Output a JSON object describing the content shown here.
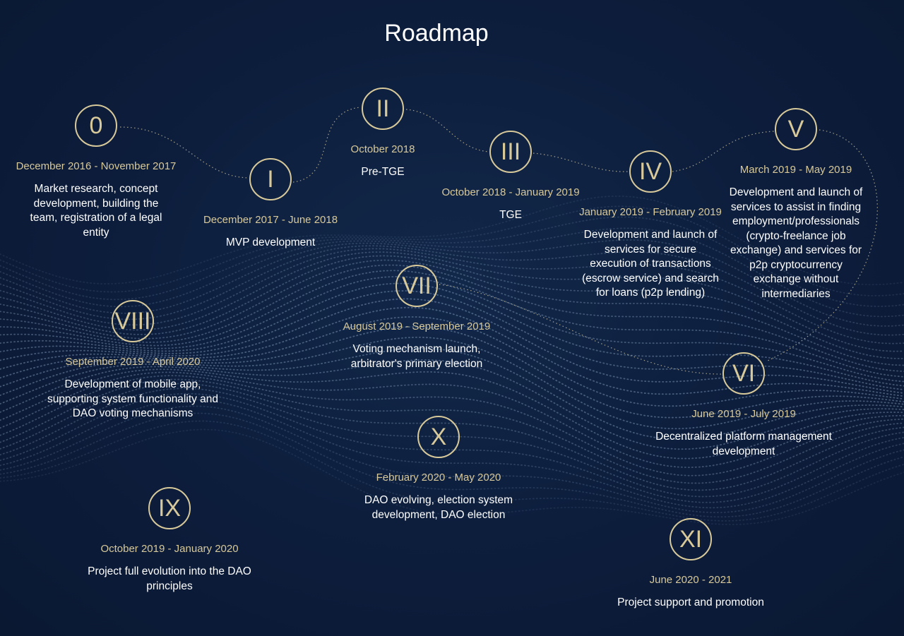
{
  "title": "Roadmap",
  "milestones": [
    {
      "numeral": "0",
      "date": "December 2016 - November 2017",
      "description": "Market research, concept development, building the team, registration of a legal entity"
    },
    {
      "numeral": "I",
      "date": "December 2017 - June 2018",
      "description": "MVP development"
    },
    {
      "numeral": "II",
      "date": "October 2018",
      "description": "Pre-TGE"
    },
    {
      "numeral": "III",
      "date": "October 2018 - January 2019",
      "description": "TGE"
    },
    {
      "numeral": "IV",
      "date": "January 2019 - February 2019",
      "description": "Development and launch of services for secure execution of transactions (escrow service) and search for loans (p2p lending)"
    },
    {
      "numeral": "V",
      "date": "March 2019 - May 2019",
      "description": "Development and launch of services to assist in finding employment/professionals (crypto-freelance job exchange) and services for p2p cryptocurrency exchange without intermediaries"
    },
    {
      "numeral": "VI",
      "date": "June 2019 - July 2019",
      "description": "Decentralized platform management development"
    },
    {
      "numeral": "VII",
      "date": "August 2019 - September 2019",
      "description": "Voting mechanism launch, arbitrator's primary election"
    },
    {
      "numeral": "VIII",
      "date": "September 2019 - April 2020",
      "description": "Development of mobile app, supporting system functionality and DAO voting mechanisms"
    },
    {
      "numeral": "IX",
      "date": "October 2019 - January 2020",
      "description": "Project full evolution into the DAO principles"
    },
    {
      "numeral": "X",
      "date": "February 2020 - May 2020",
      "description": "DAO evolving, election system development, DAO election"
    },
    {
      "numeral": "XI",
      "date": "June 2020 - 2021",
      "description": "Project support and promotion"
    }
  ],
  "colors": {
    "background": "#0c1c3a",
    "accent": "#d8c99a",
    "text": "#ffffff"
  }
}
